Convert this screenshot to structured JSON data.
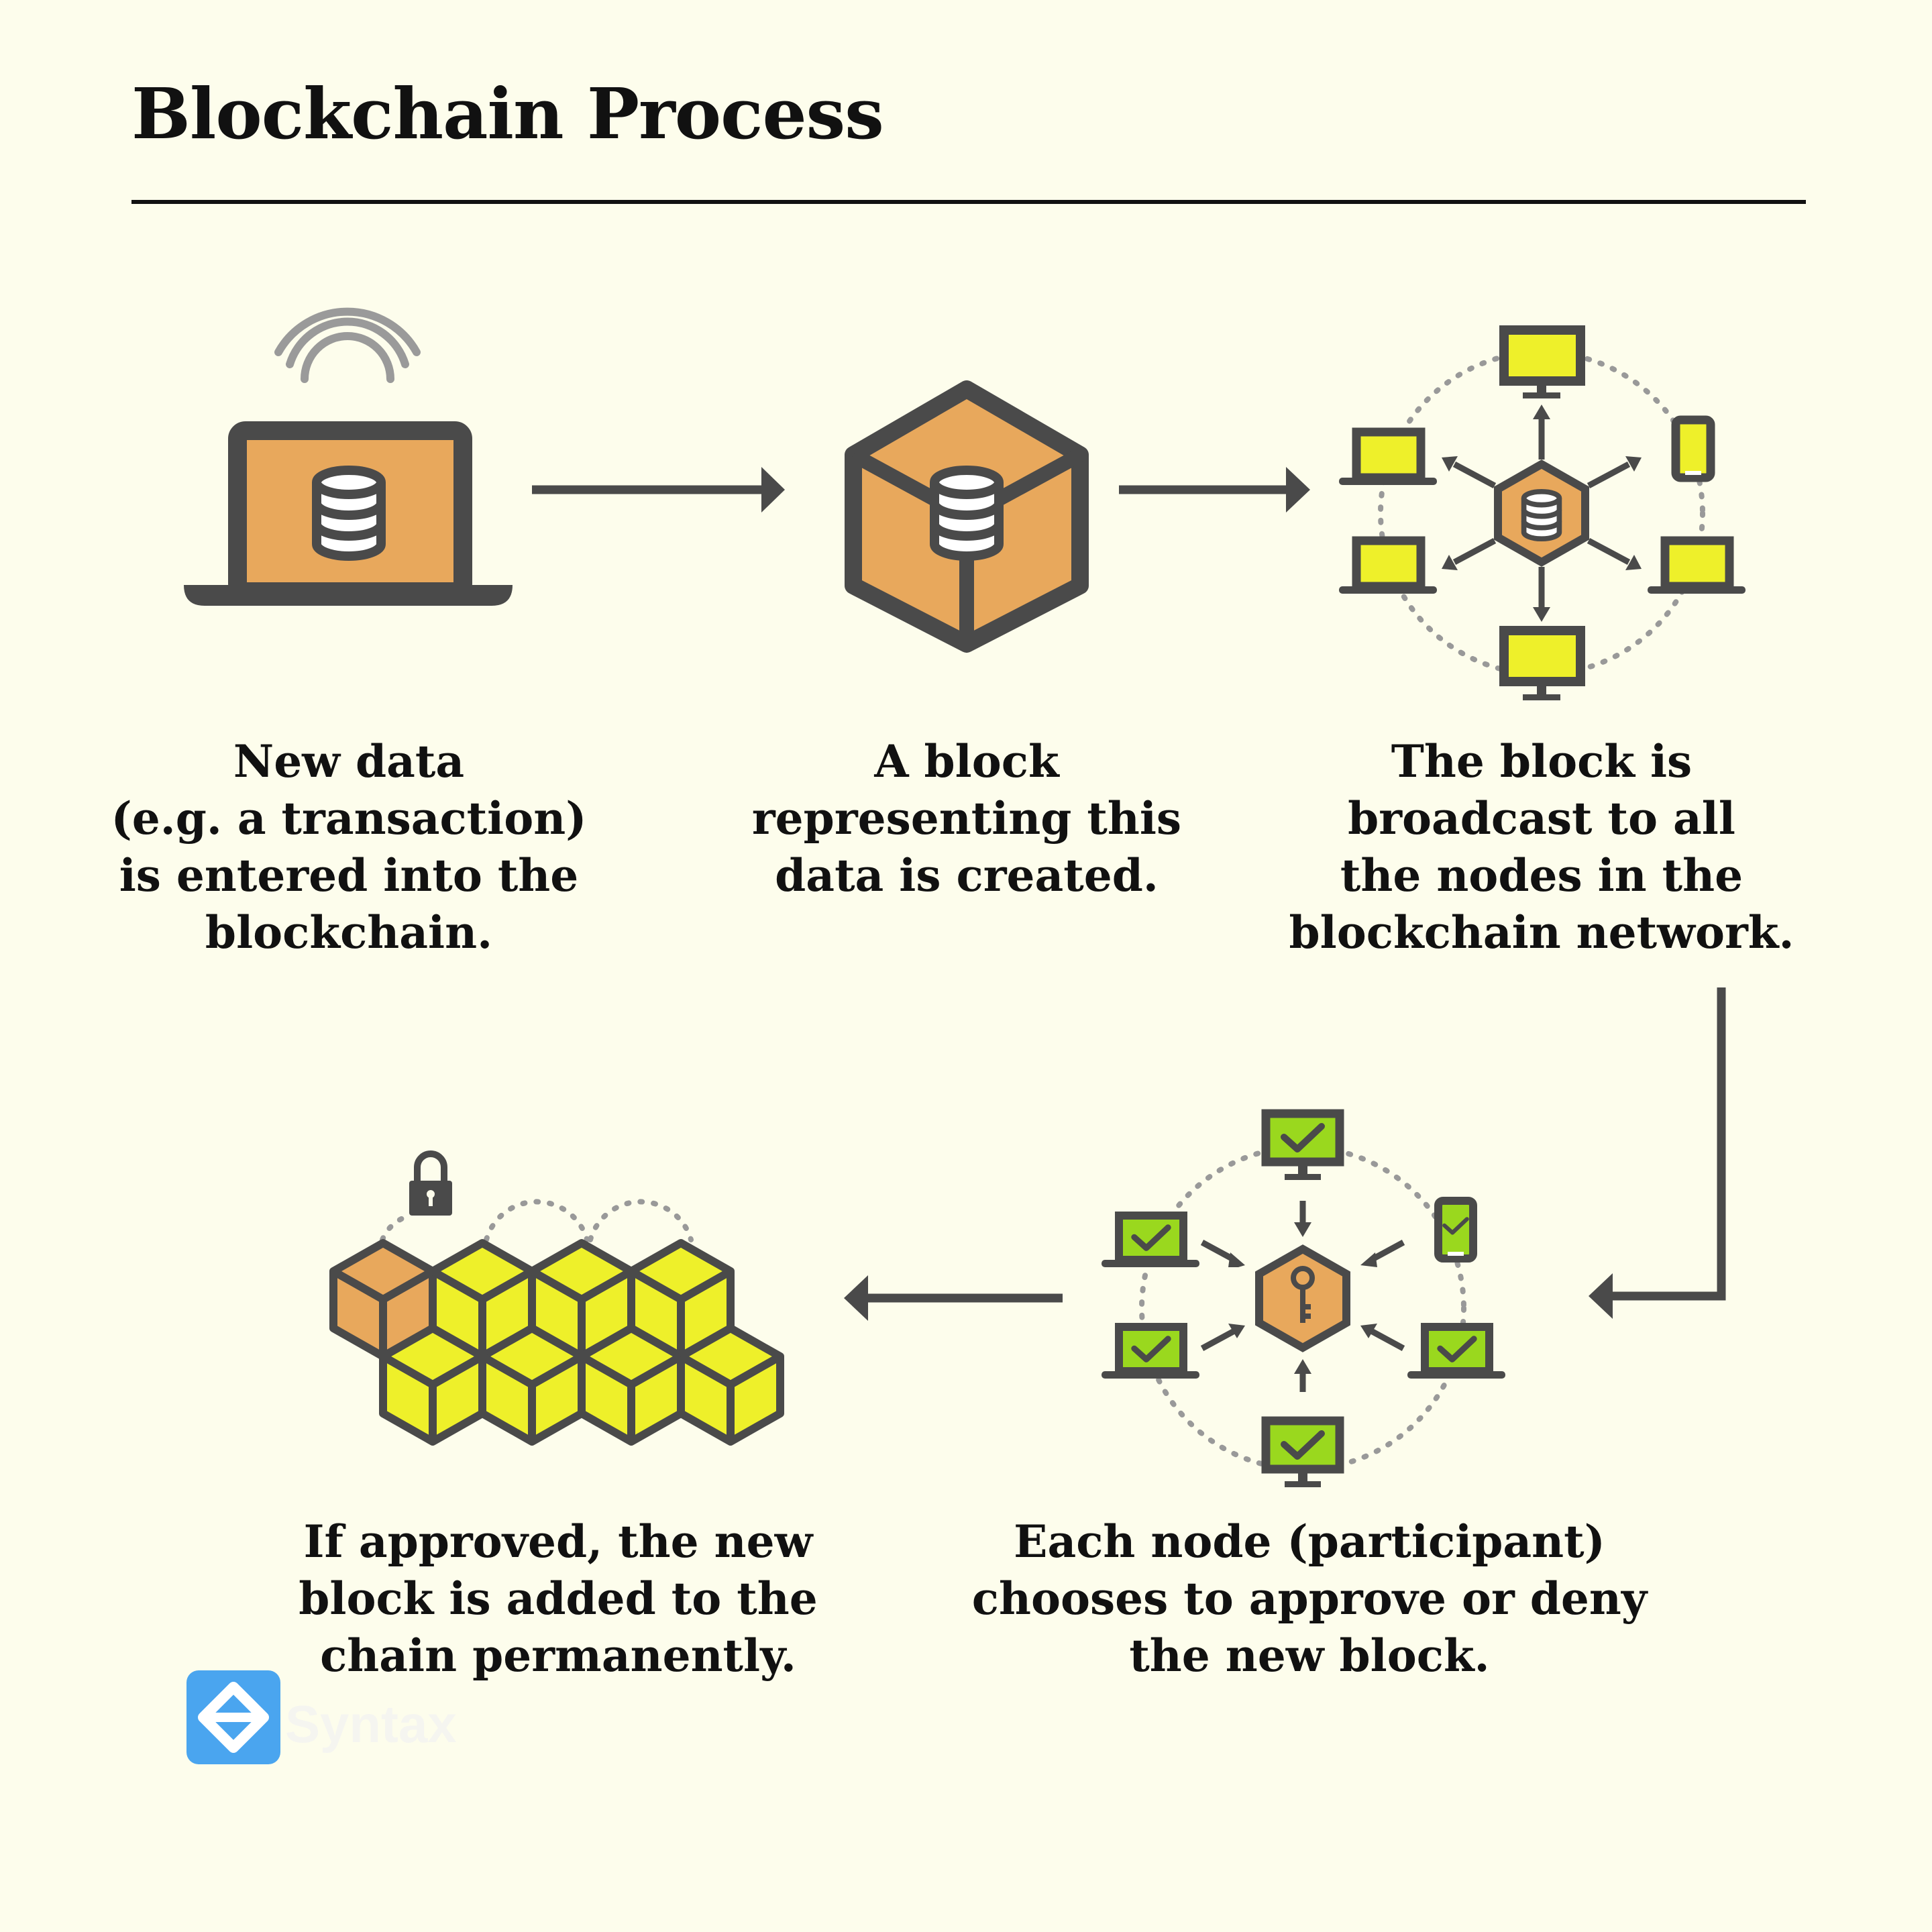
{
  "title": "Blockchain Process",
  "steps": [
    {
      "lines": [
        "New data",
        "(e.g. a transaction)",
        "is entered into the",
        "blockchain."
      ]
    },
    {
      "lines": [
        "A block",
        "representing this",
        "data is created."
      ]
    },
    {
      "lines": [
        "The block is",
        "broadcast to all",
        "the nodes in the",
        "blockchain network."
      ]
    },
    {
      "lines": [
        "Each node (participant)",
        "chooses to approve or deny",
        "the new block."
      ]
    },
    {
      "lines": [
        "If approved, the new",
        "block is added to the",
        "chain permanently."
      ]
    }
  ],
  "logo": {
    "word": "Syntax"
  },
  "colors": {
    "background": "#fdfdec",
    "outline": "#4a4a4a",
    "orange": "#e8a85c",
    "yellow": "#eef02a",
    "green": "#9ad81e",
    "dots": "#999999",
    "logo_blue": "#4aa5ef"
  },
  "icons": [
    "wifi-icon",
    "laptop-icon",
    "database-icon",
    "block-cube-icon",
    "network-broadcast-icon",
    "network-approve-icon",
    "key-icon",
    "padlock-icon",
    "blockchain-cubes-icon",
    "logo-icon"
  ]
}
